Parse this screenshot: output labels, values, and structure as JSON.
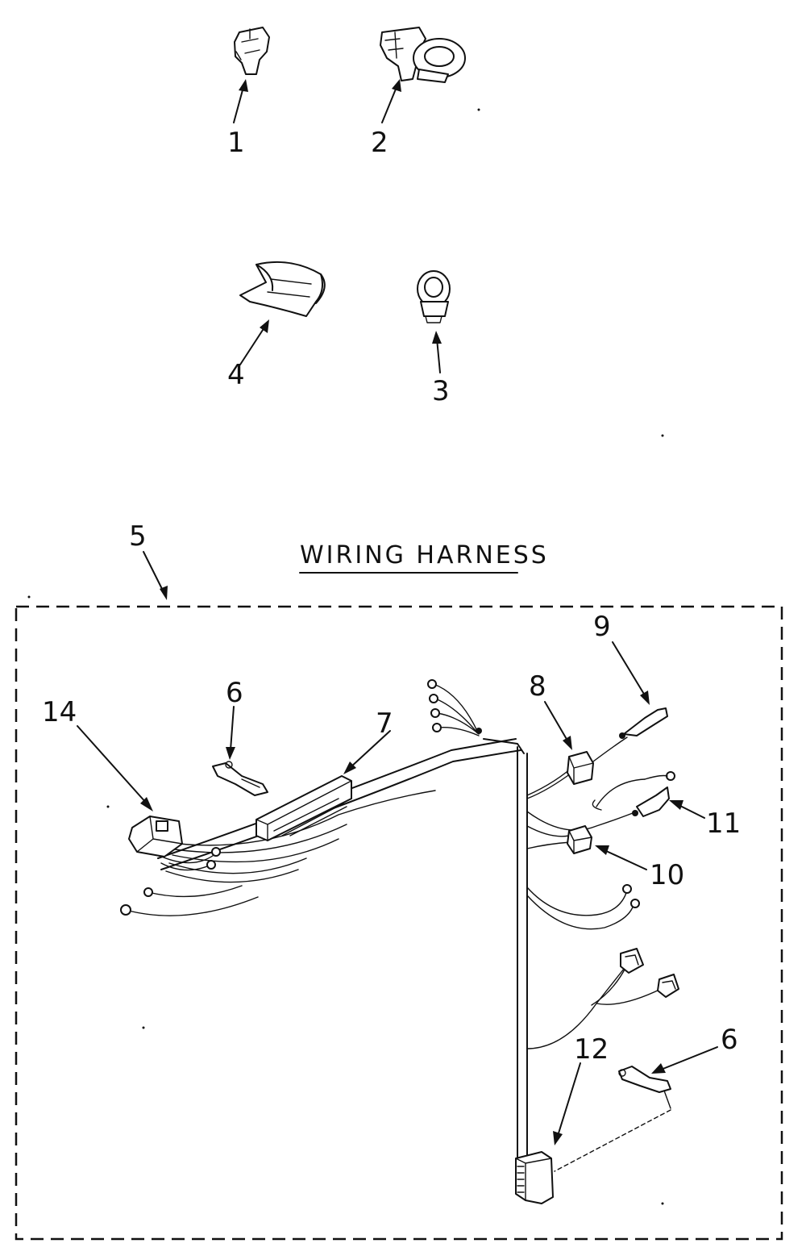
{
  "title": "WIRING HARNESS",
  "callouts": {
    "c1": "1",
    "c2": "2",
    "c3": "3",
    "c4": "4",
    "c5": "5",
    "c6a": "6",
    "c6b": "6",
    "c7": "7",
    "c8": "8",
    "c9": "9",
    "c10": "10",
    "c11": "11",
    "c12": "12",
    "c14": "14"
  }
}
